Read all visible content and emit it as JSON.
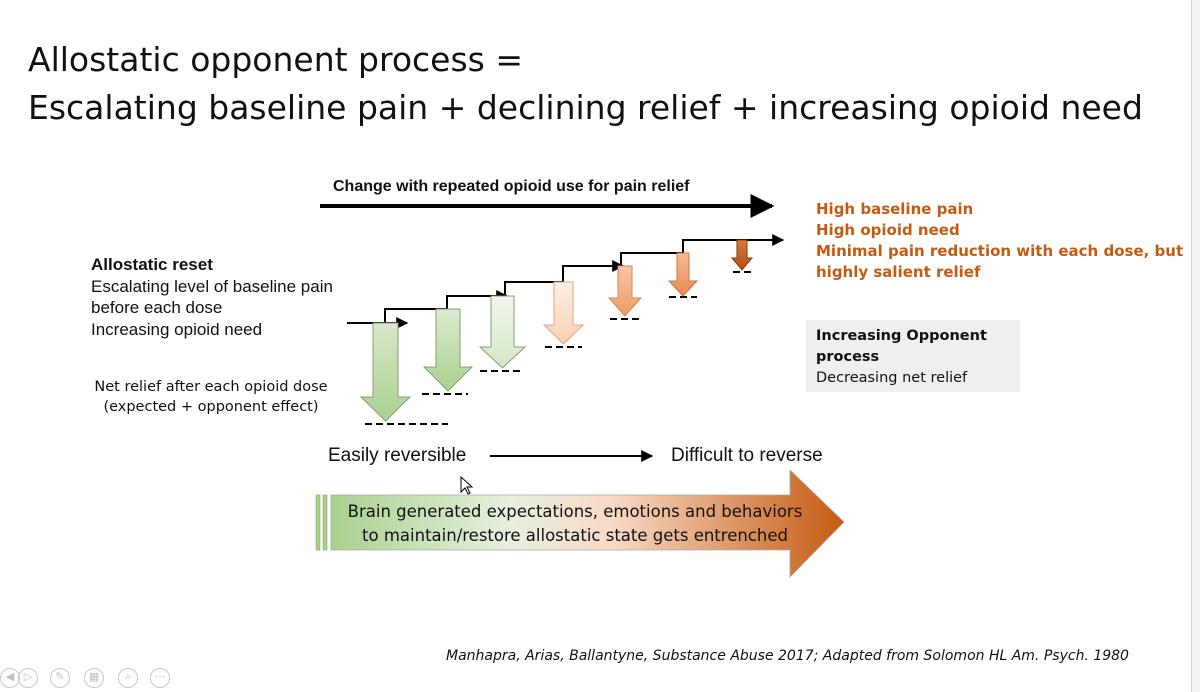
{
  "title": {
    "line1": "Allostatic opponent process =",
    "line2": "Escalating baseline pain + declining relief + increasing opioid need"
  },
  "top_arrow_label": "Change with repeated opioid use for pain relief",
  "allostatic_reset": {
    "heading": "Allostatic reset",
    "lines": [
      "Escalating level of baseline pain",
      "before each dose",
      "Increasing opioid need"
    ]
  },
  "net_relief": {
    "line1": "Net relief after each opioid dose",
    "line2": "(expected + opponent effect)"
  },
  "high_state": {
    "lines": [
      "High baseline pain",
      "High opioid need",
      "Minimal pain reduction with each dose, but",
      "highly salient relief"
    ],
    "color": "#c55a11"
  },
  "opponent_box": {
    "heading_line1": "Increasing Opponent",
    "heading_line2": "process",
    "subtext": "Decreasing net relief"
  },
  "reversibility": {
    "left": "Easily reversible",
    "right": "Difficult to reverse"
  },
  "banner": {
    "line1": "Brain generated expectations, emotions and behaviors",
    "line2": "to maintain/restore allostatic state gets entrenched",
    "color_start": "#a9d18e",
    "color_end": "#c55a11"
  },
  "citation": "Manhapra, Arias, Ballantyne, Substance Abuse 2017; Adapted from Solomon HL Am. Psych. 1980",
  "relief_arrows": {
    "fill_colors": [
      "#a9d18e",
      "#b5d79c",
      "#e2efd9",
      "#fbe0cf",
      "#f4b183",
      "#f0a070",
      "#c55a11"
    ]
  },
  "toolbar_icons": [
    "previous-icon",
    "play-icon",
    "pen-icon",
    "slides-icon",
    "zoom-icon",
    "more-icon"
  ]
}
